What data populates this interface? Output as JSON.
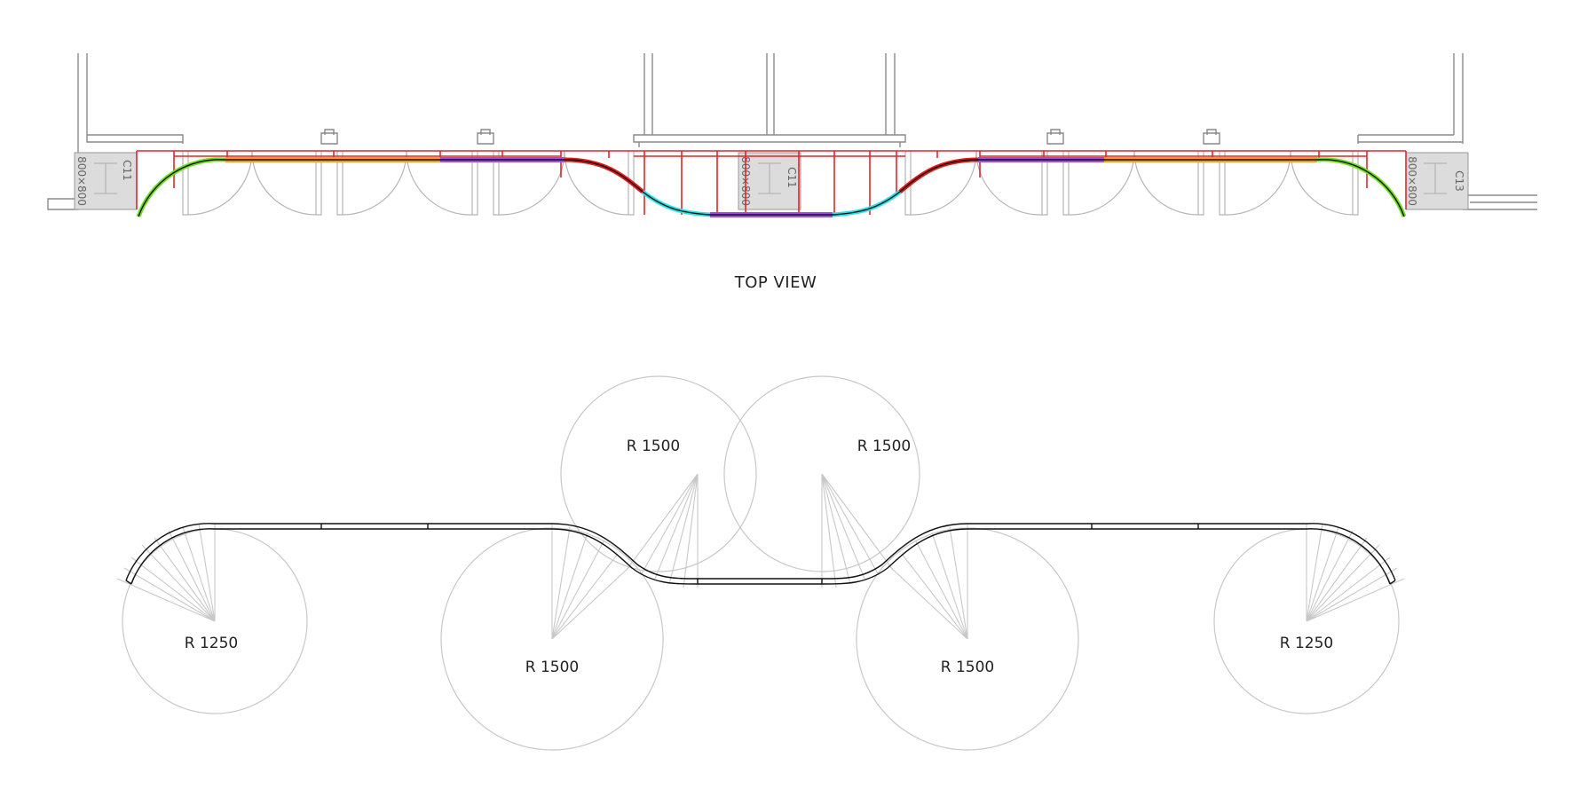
{
  "diagram": {
    "title": "TOP VIEW",
    "columns": {
      "left": {
        "id": "C11",
        "size": "800×800"
      },
      "center": {
        "id": "C11",
        "size": "800×800"
      },
      "right": {
        "id": "C13",
        "size": "800×800"
      }
    },
    "segment_colors": {
      "green": "#6fe01e",
      "orange": "#f39a1f",
      "purple": "#9a4fe0",
      "red": "#e01818",
      "cyan": "#2de0e6",
      "frame_red": "#e1262a",
      "column_fill": "#dcdcdc"
    },
    "radius_labels": {
      "top_left": "R 1500",
      "top_right": "R 1500",
      "left": "R 1250",
      "mid_left": "R 1500",
      "mid_right": "R 1500",
      "right": "R 1250"
    }
  }
}
